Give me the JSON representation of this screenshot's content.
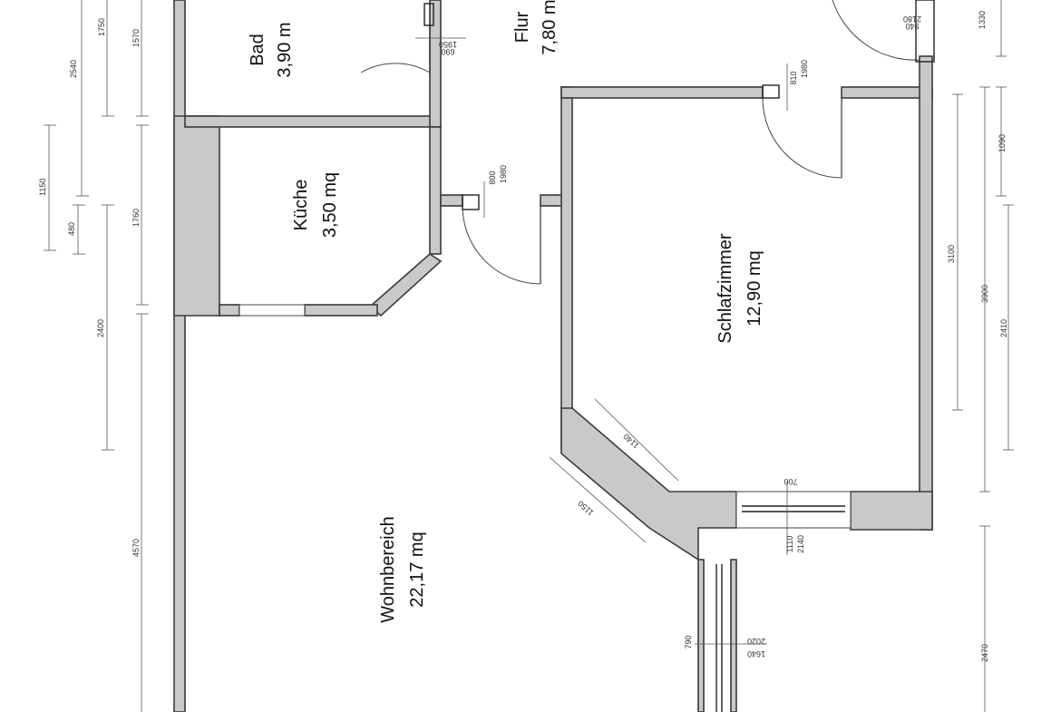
{
  "rooms": {
    "bad": {
      "name": "Bad",
      "area": "3,90 m"
    },
    "flur": {
      "name": "Flur",
      "area": "7,80 m"
    },
    "kueche": {
      "name": "Küche",
      "area": "3,50 mq"
    },
    "schlafzimmer": {
      "name": "Schlafzimmer",
      "area": "12,90 mq"
    },
    "wohnbereich": {
      "name": "Wohnbereich",
      "area": "22,17 mq"
    }
  },
  "dimensions": {
    "left": [
      "2540",
      "1750",
      "1570",
      "1150",
      "480",
      "1760",
      "2400",
      "4570"
    ],
    "right": [
      "1330",
      "1090",
      "3100",
      "3900",
      "2410",
      "2470"
    ],
    "doors": {
      "bad_door": [
        "1950",
        "690"
      ],
      "flur_top_door": [
        "2180",
        "940"
      ],
      "schlaf_door": [
        "810",
        "1980"
      ],
      "kueche_door": [
        "800",
        "1980"
      ],
      "window_schlaf": [
        "700",
        "1110",
        "2140"
      ],
      "bay_inner": "1140",
      "bay_outer": "1150",
      "balcony_door": [
        "790",
        "2020",
        "1640"
      ]
    }
  }
}
